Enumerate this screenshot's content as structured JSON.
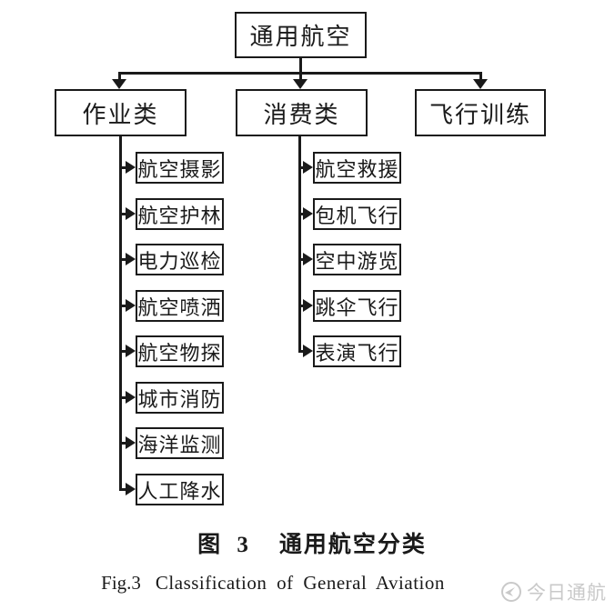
{
  "diagram": {
    "root": {
      "label": "通用航空"
    },
    "branches": [
      {
        "label": "作业类",
        "children": [
          "航空摄影",
          "航空护林",
          "电力巡检",
          "航空喷洒",
          "航空物探",
          "城市消防",
          "海洋监测",
          "人工降水"
        ]
      },
      {
        "label": "消费类",
        "children": [
          "航空救援",
          "包机飞行",
          "空中游览",
          "跳伞飞行",
          "表演飞行"
        ]
      },
      {
        "label": "飞行训练",
        "children": []
      }
    ]
  },
  "caption": {
    "zh_label": "图 3",
    "zh_title": "通用航空分类",
    "en_label": "Fig.3",
    "en_title": "Classification of General Aviation"
  },
  "watermark": {
    "text": "今日通航"
  },
  "colors": {
    "line": "#1a1a1a",
    "watermark": "#c9c9c9",
    "background": "#ffffff"
  }
}
